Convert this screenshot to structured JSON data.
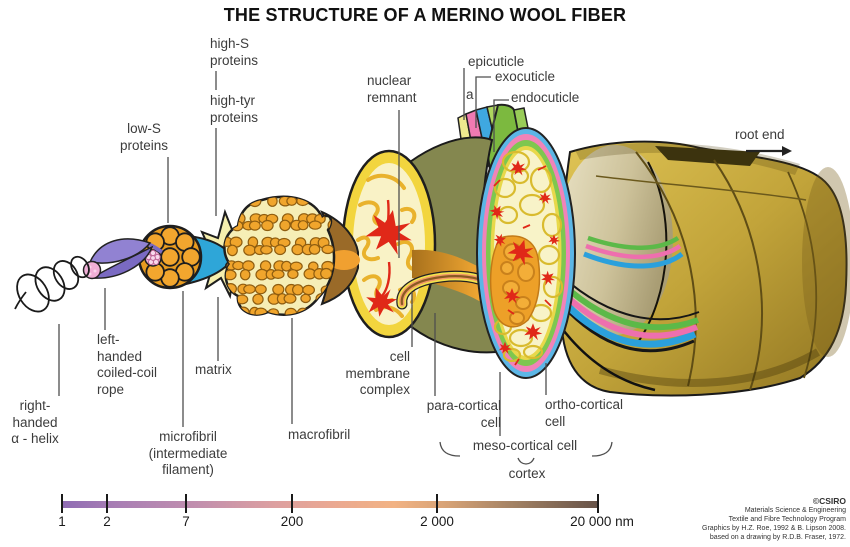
{
  "title": "THE STRUCTURE OF A MERINO WOOL FIBER",
  "labels": {
    "high_s": "high-S\nproteins",
    "high_tyr": "high-tyr\nproteins",
    "low_s": "low-S\nproteins",
    "nuclear_remnant": "nuclear\nremnant",
    "epicuticle": "epicuticle",
    "exocuticle": "exocuticle",
    "a_layer": "a",
    "endocuticle": "endocuticle",
    "root_end": "root end",
    "coiled_coil_rope": "left-\nhanded\ncoiled-coil\nrope",
    "matrix": "matrix",
    "alpha_helix": "right-\nhanded\nα - helix",
    "microfibril": "microfibril\n(intermediate\nfilament)",
    "macrofibril": "macrofibril",
    "cell_membrane_complex": "cell\nmembrane\ncomplex",
    "para_cortical": "para-cortical\ncell",
    "ortho_cortical": "ortho-cortical\ncell",
    "meso_cortical": "meso-cortical cell",
    "cortex": "cortex"
  },
  "scale_bar": {
    "unit": "nm",
    "ticks": [
      {
        "label": "1"
      },
      {
        "label": "2"
      },
      {
        "label": "7"
      },
      {
        "label": "200"
      },
      {
        "label": "2 000"
      },
      {
        "label": "20 000 nm"
      }
    ]
  },
  "credits": {
    "line1": "©CSIRO",
    "line2": "Materials Science & Engineering",
    "line3": "Textile and Fibre Technology Program",
    "line4": "Graphics by H.Z. Roe, 1992 & B. Lipson 2008.",
    "line5": "based on a drawing by R.D.B. Fraser, 1972."
  },
  "colors": {
    "cuticle_blue": "#5cb6e6",
    "cuticle_pink": "#f183b8",
    "cuticle_green": "#7ec74f",
    "cortex_cream": "#f8f3c8",
    "nuclear_red": "#e02818",
    "fiber_gold": "#c2a43a",
    "matrix_blue": "#2ea6d8",
    "microfibril_orange": "#f0a52c",
    "rope_purple": "#8a7ace",
    "scale_gradient_left": "#8f6cb4",
    "scale_gradient_right": "#675349"
  }
}
